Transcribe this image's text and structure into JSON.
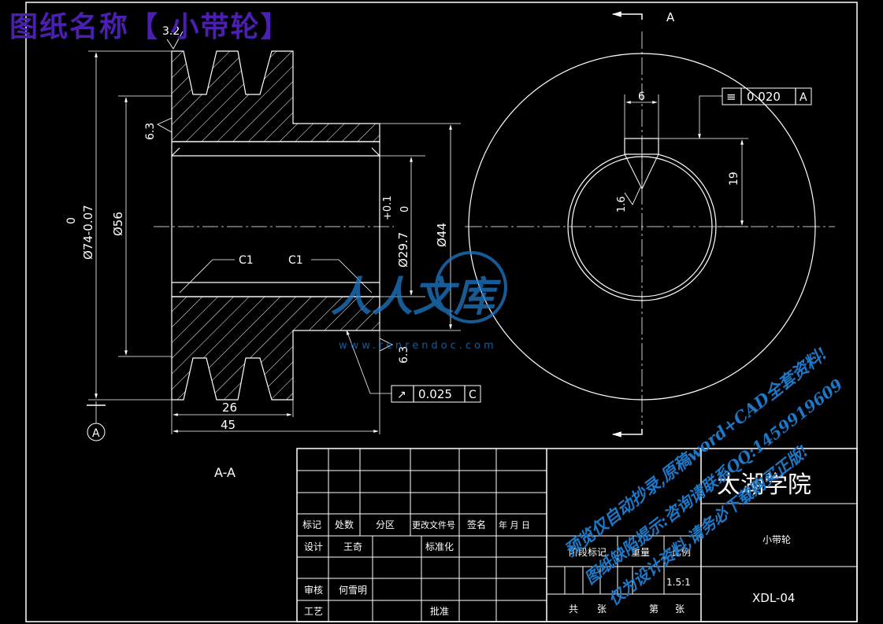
{
  "headline": "图纸名称【 小带轮】",
  "colors": {
    "background": "#000000",
    "line": "#ffffff",
    "hatch": "#ffffff",
    "headline": "#4b1fb0",
    "watermark": "#1e78c8"
  },
  "section_view": {
    "label": "A-A",
    "section_mark_letter": "A",
    "roughness_top": "3.2",
    "roughness_bore": "6.3",
    "roughness_side": "6.3",
    "dim_outer_tol": "0",
    "dim_outer": "Ø74-0.07",
    "dim_groove_dia": "Ø56",
    "dim_bore": "Ø29.7",
    "dim_bore_tol_up": "+0.1",
    "dim_bore_tol_low": "0",
    "dim_hub": "Ø44",
    "chamfer_left": "C1",
    "chamfer_right": "C1",
    "dim_groove_width": "26",
    "dim_total_width": "45",
    "runout_symbol": "↗",
    "runout_value": "0.025",
    "runout_datum": "C"
  },
  "side_view": {
    "cut_label_top": "A",
    "dim_key_width": "6",
    "dim_key_depth": "19",
    "roughness_key": "1.6",
    "symmetry_symbol": "≡",
    "symmetry_value": "0.020",
    "symmetry_datum": "A"
  },
  "watermark": {
    "logo": "人人文库",
    "url": "www.renrendoc.com",
    "line1": "预览仅自动抄录,原稿word+CAD全套资料!",
    "line2": "图纸缺陷提示:咨询请联系QQ:1459919609",
    "line3": "仅为设计资料,请务必下载购买正版!"
  },
  "title_block": {
    "school": "太湖学院",
    "part_name": "小带轮",
    "drawing_no": "XDL-04",
    "rev_headers": [
      "标记",
      "处数",
      "分区",
      "更改文件号",
      "签名",
      "年 月 日"
    ],
    "design_label": "设计",
    "designer": "王奇",
    "standard_label": "标准化",
    "check_label": "审核",
    "checker": "何雪明",
    "process_label": "工艺",
    "approve_label": "批准",
    "stage_label": "阶段标记",
    "weight_label": "重量",
    "scale_label": "比例",
    "scale": "1.5:1",
    "total_label": "共",
    "sheets_unit": "张",
    "page_label": "第",
    "page_unit": "张"
  }
}
